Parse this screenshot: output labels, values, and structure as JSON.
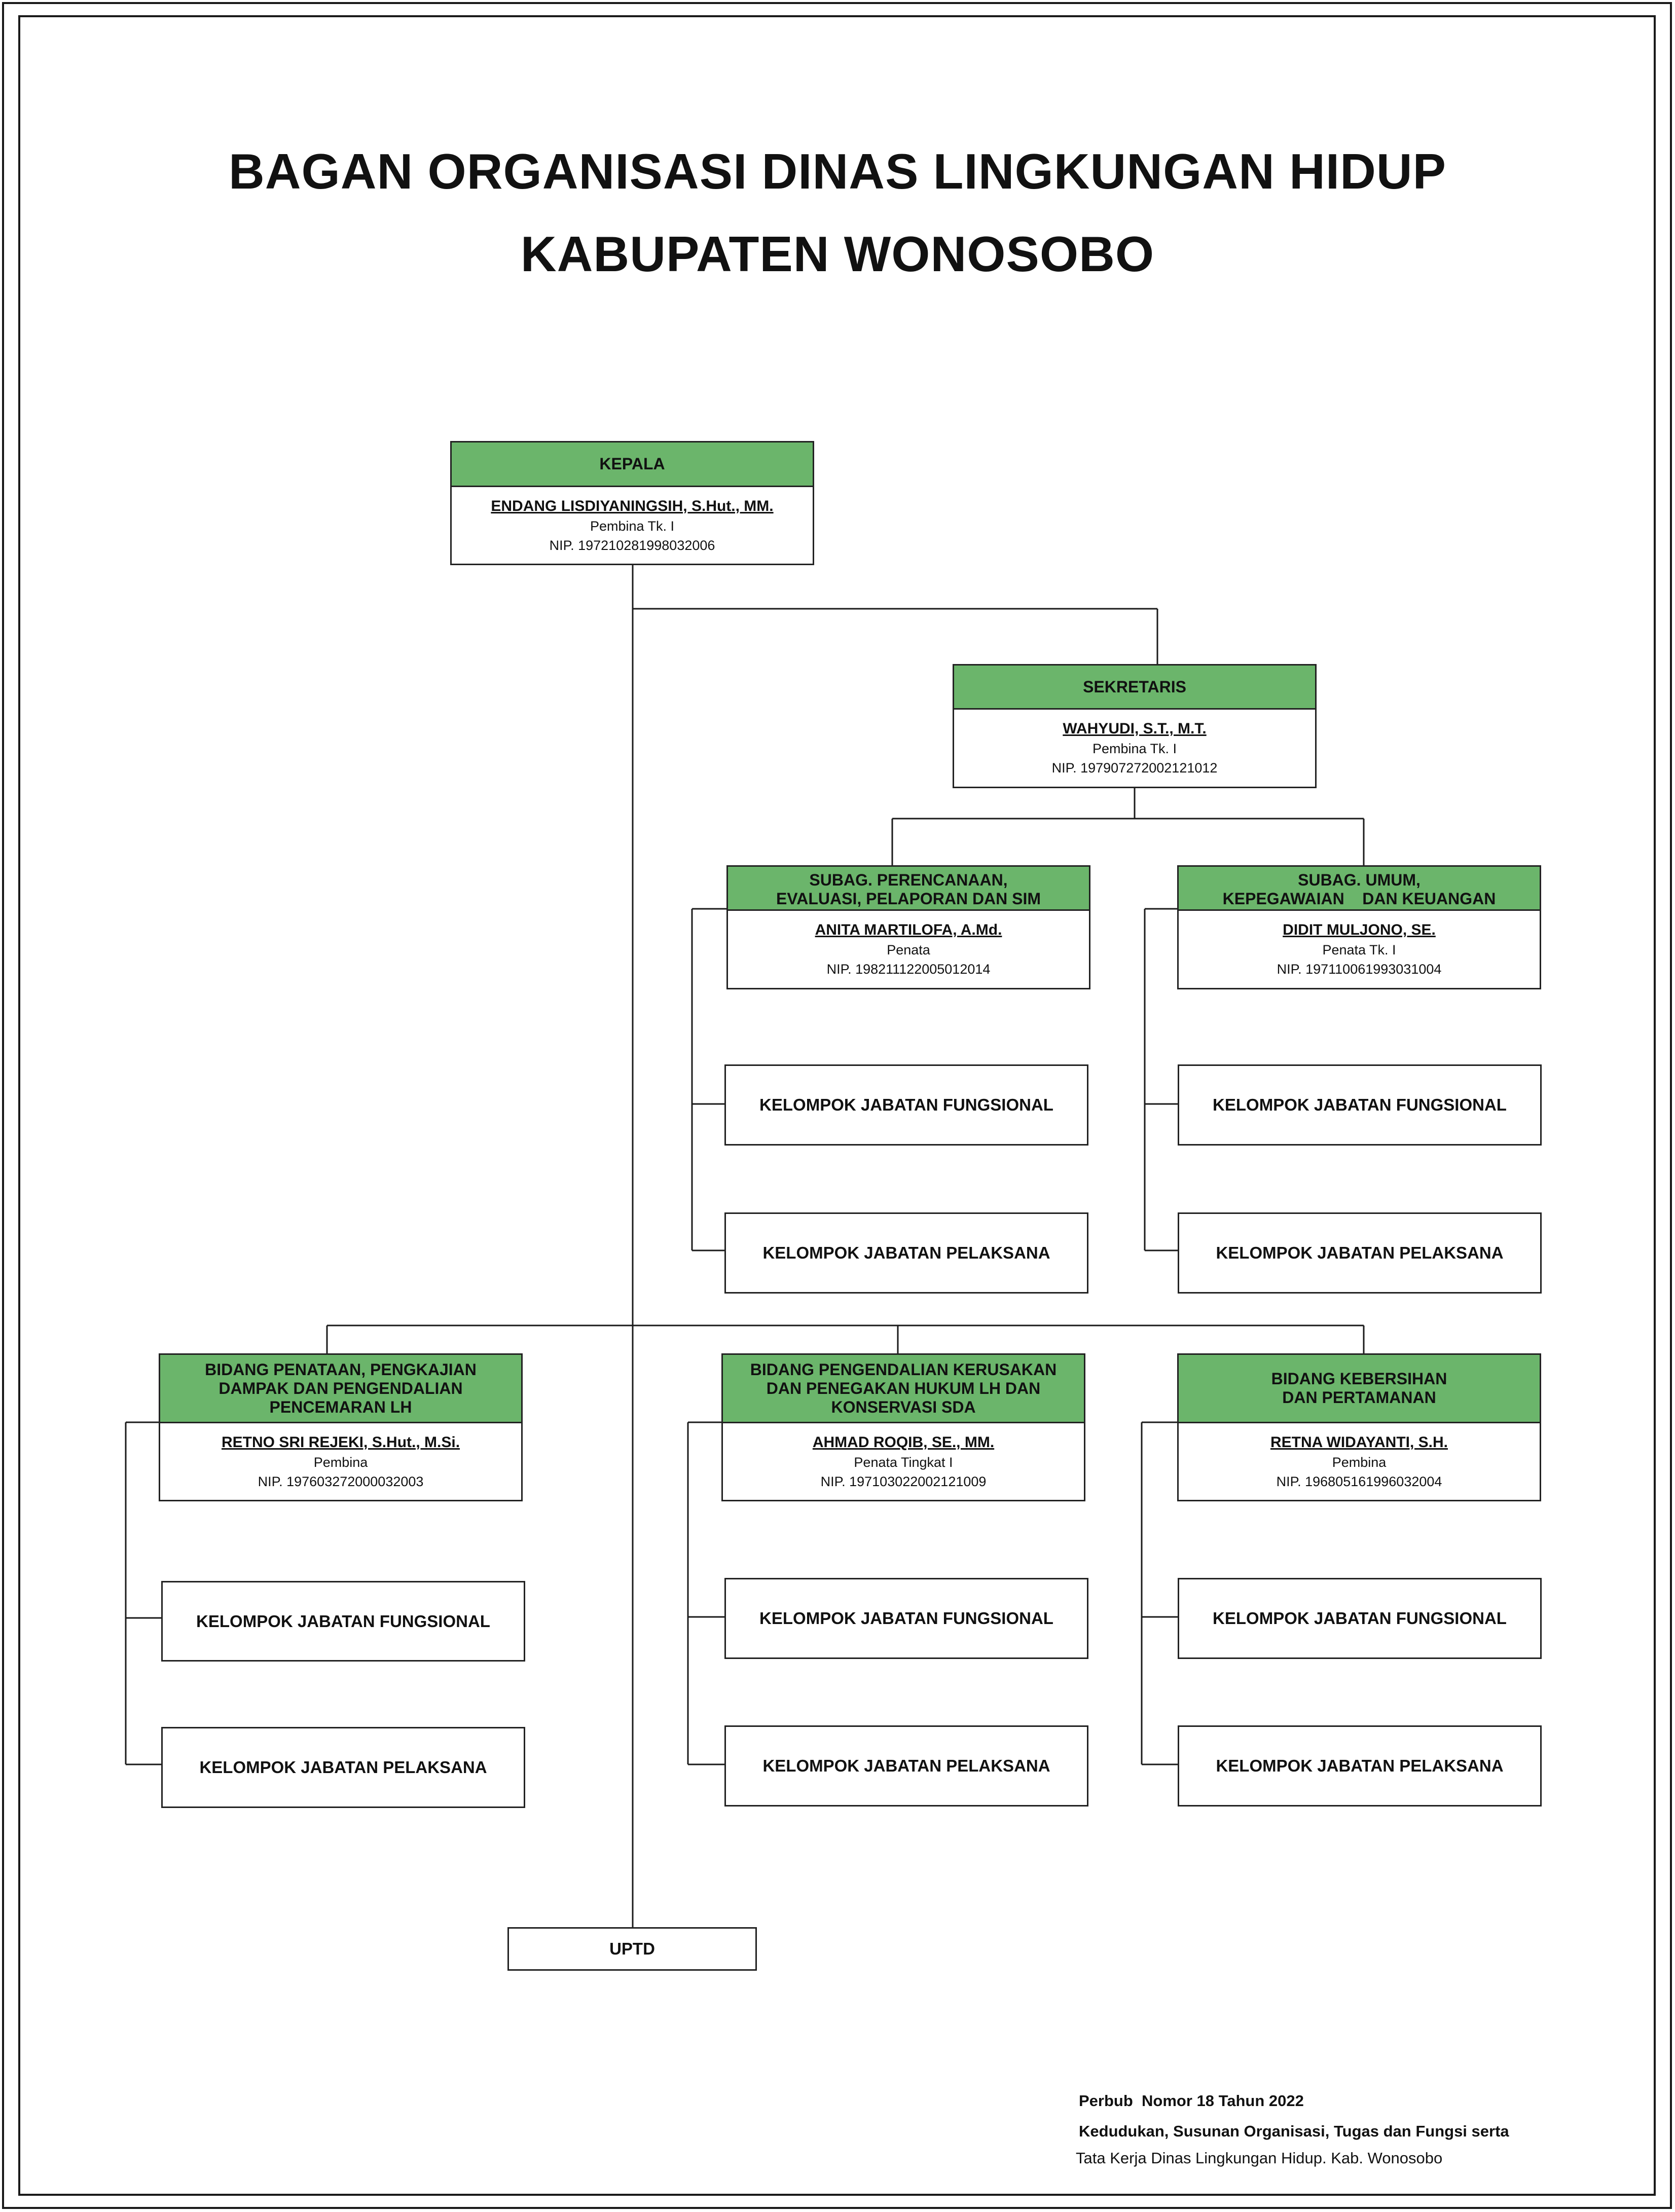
{
  "title": {
    "line1": "BAGAN ORGANISASI DINAS LINGKUNGAN HIDUP",
    "line2": "KABUPATEN WONOSOBO"
  },
  "kepala": {
    "position": "KEPALA",
    "name": "ENDANG LISDIYANINGSIH, S.Hut., MM.",
    "rank": "Pembina Tk. I",
    "nip": "NIP. 197210281998032006"
  },
  "sekretaris": {
    "position": "SEKRETARIS",
    "name": "WAHYUDI, S.T., M.T.",
    "rank": "Pembina Tk. I",
    "nip": "NIP. 197907272002121012"
  },
  "subag_perencanaan": {
    "position_line1": "SUBAG. PERENCANAAN,",
    "position_line2": "EVALUASI, PELAPORAN DAN SIM",
    "name": "ANITA MARTILOFA, A.Md.",
    "rank": "Penata",
    "nip": "NIP. 198211122005012014"
  },
  "subag_umum": {
    "position_line1": "SUBAG. UMUM,",
    "position_line2": "KEPEGAWAIAN    DAN KEUANGAN",
    "name": "DIDIT MULJONO, SE.",
    "rank": "Penata Tk. I",
    "nip": "NIP. 197110061993031004"
  },
  "bidang_penataan": {
    "position_line1": "BIDANG PENATAAN, PENGKAJIAN",
    "position_line2": "DAMPAK DAN PENGENDALIAN",
    "position_line3": "PENCEMARAN LH",
    "name": "RETNO SRI REJEKI, S.Hut., M.Si.",
    "rank": "Pembina",
    "nip": "NIP. 197603272000032003"
  },
  "bidang_pengendalian": {
    "position_line1": "BIDANG PENGENDALIAN KERUSAKAN",
    "position_line2": "DAN PENEGAKAN HUKUM LH DAN",
    "position_line3": "KONSERVASI SDA",
    "name": "AHMAD ROQIB, SE., MM.",
    "rank": "Penata Tingkat I",
    "nip": "NIP. 197103022002121009"
  },
  "bidang_kebersihan": {
    "position_line1": "BIDANG KEBERSIHAN",
    "position_line2": "DAN PERTAMANAN",
    "name": "RETNA WIDAYANTI, S.H.",
    "rank": "Pembina",
    "nip": "NIP. 196805161996032004"
  },
  "groups": {
    "fungsional": "KELOMPOK JABATAN FUNGSIONAL",
    "pelaksana": "KELOMPOK JABATAN PELAKSANA"
  },
  "uptd": "UPTD",
  "footer": {
    "line1": "Perbub  Nomor 18 Tahun 2022",
    "line2": "Kedudukan, Susunan Organisasi, Tugas dan Fungsi serta",
    "line3": "Tata Kerja Dinas Lingkungan Hidup. Kab. Wonosobo"
  },
  "colors": {
    "header_fill": "#6bb56b",
    "line": "#1a1a1a"
  }
}
